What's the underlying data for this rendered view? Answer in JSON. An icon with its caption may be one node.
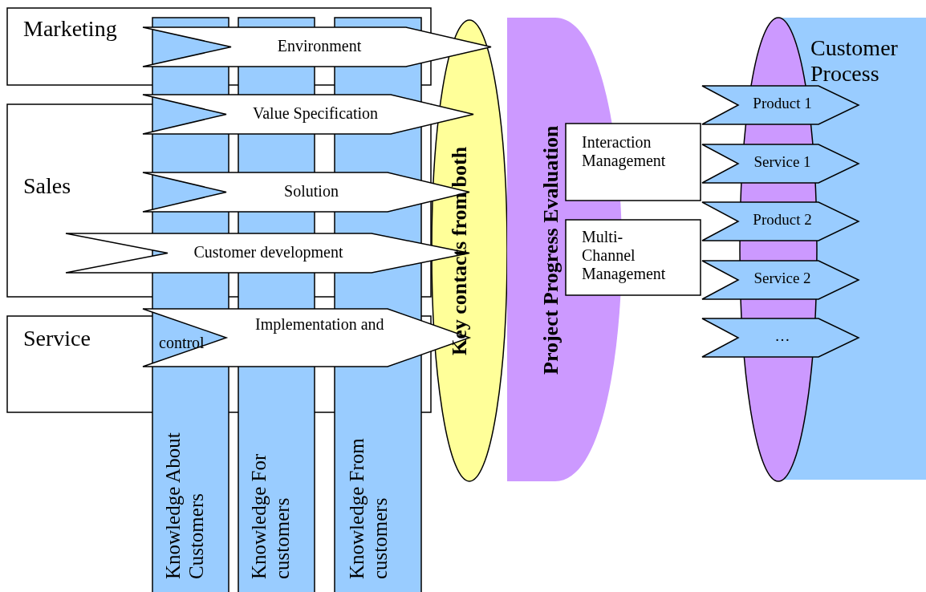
{
  "diagram": {
    "nodes": [
      {
        "text": [
          "Marketing"
        ]
      },
      {
        "text": [
          "Sales"
        ]
      },
      {
        "text": [
          "Service"
        ]
      },
      {
        "text": [
          "Knowledge About Customers"
        ]
      },
      {
        "text": [
          "Knowledge For customers"
        ]
      },
      {
        "text": [
          "Knowledge From customers"
        ]
      },
      {
        "text": [
          "Environment"
        ]
      },
      {
        "text": [
          "Value Specification"
        ]
      },
      {
        "text": [
          "Solution"
        ]
      },
      {
        "text": [
          "Customer development"
        ]
      },
      {
        "text": [
          "Implementation and control"
        ]
      },
      {
        "text": [
          "Key contacts from both"
        ]
      },
      {
        "text": [
          "Project Progress Evaluation"
        ]
      },
      {
        "text": [
          "Customer Process"
        ]
      },
      {
        "text": [],
        "shape": "ellipse"
      },
      {
        "text": [
          "Interaction Management"
        ]
      },
      {
        "text": [
          "Multi-Channel Management"
        ]
      },
      {
        "text": [
          "Product 1"
        ]
      },
      {
        "text": [
          "Service 1"
        ]
      },
      {
        "text": [
          "Product 2"
        ]
      },
      {
        "text": [
          "Service 2"
        ]
      },
      {
        "text": [
          "…"
        ]
      }
    ]
  }
}
